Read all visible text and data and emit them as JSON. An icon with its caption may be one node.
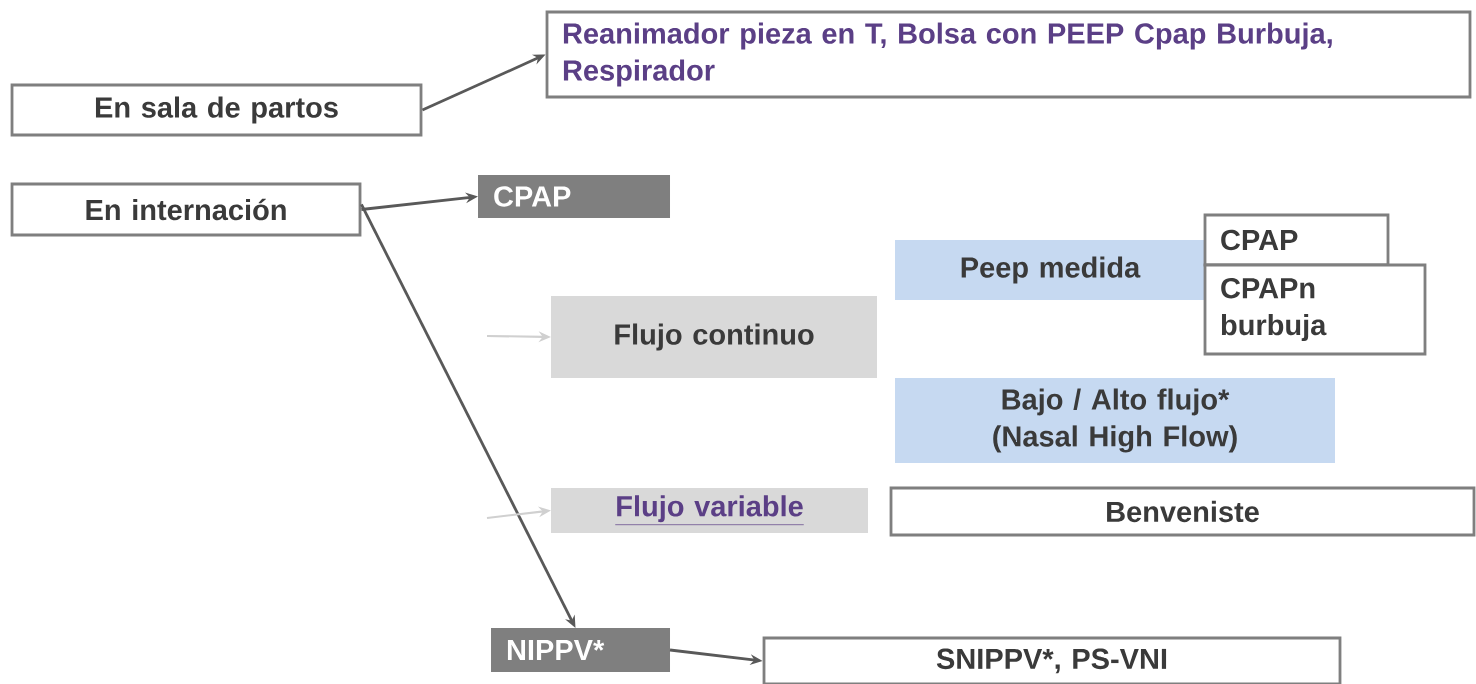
{
  "diagram": {
    "nodes": [
      {
        "text": [
          "En sala de partos"
        ]
      },
      {
        "text": [
          "Reanimador pieza en T, Bolsa con PEEP Cpap Burbuja, Respirador"
        ]
      },
      {
        "text": [
          "En internación"
        ]
      },
      {
        "text": [
          "CPAP"
        ]
      },
      {
        "text": [
          "Peep medida"
        ]
      },
      {
        "text": [
          "CPAP"
        ]
      },
      {
        "text": [
          "CPAPn burbuja"
        ]
      },
      {
        "text": [
          "Flujo continuo"
        ]
      },
      {
        "text": [
          "Bajo / Alto flujo* (Nasal High Flow)"
        ]
      },
      {
        "text": [
          "Flujo variable"
        ]
      },
      {
        "text": [
          "Benveniste"
        ]
      },
      {
        "text": [
          "NIPPV*"
        ]
      },
      {
        "text": [
          "SNIPPV*, PS-VNI"
        ]
      }
    ],
    "edges": [
      {
        "from": 0,
        "to": 1,
        "arrow": "to"
      },
      {
        "from": 2,
        "to": 3,
        "arrow": "to"
      },
      {
        "from": 2,
        "to": 11,
        "arrow": "to"
      },
      {
        "from": null,
        "to": 7,
        "arrow": "to",
        "color": "#d0d0d0"
      },
      {
        "from": null,
        "to": 9,
        "arrow": "to",
        "color": "#d0d0d0"
      },
      {
        "from": 11,
        "to": 12,
        "arrow": "to"
      }
    ]
  }
}
